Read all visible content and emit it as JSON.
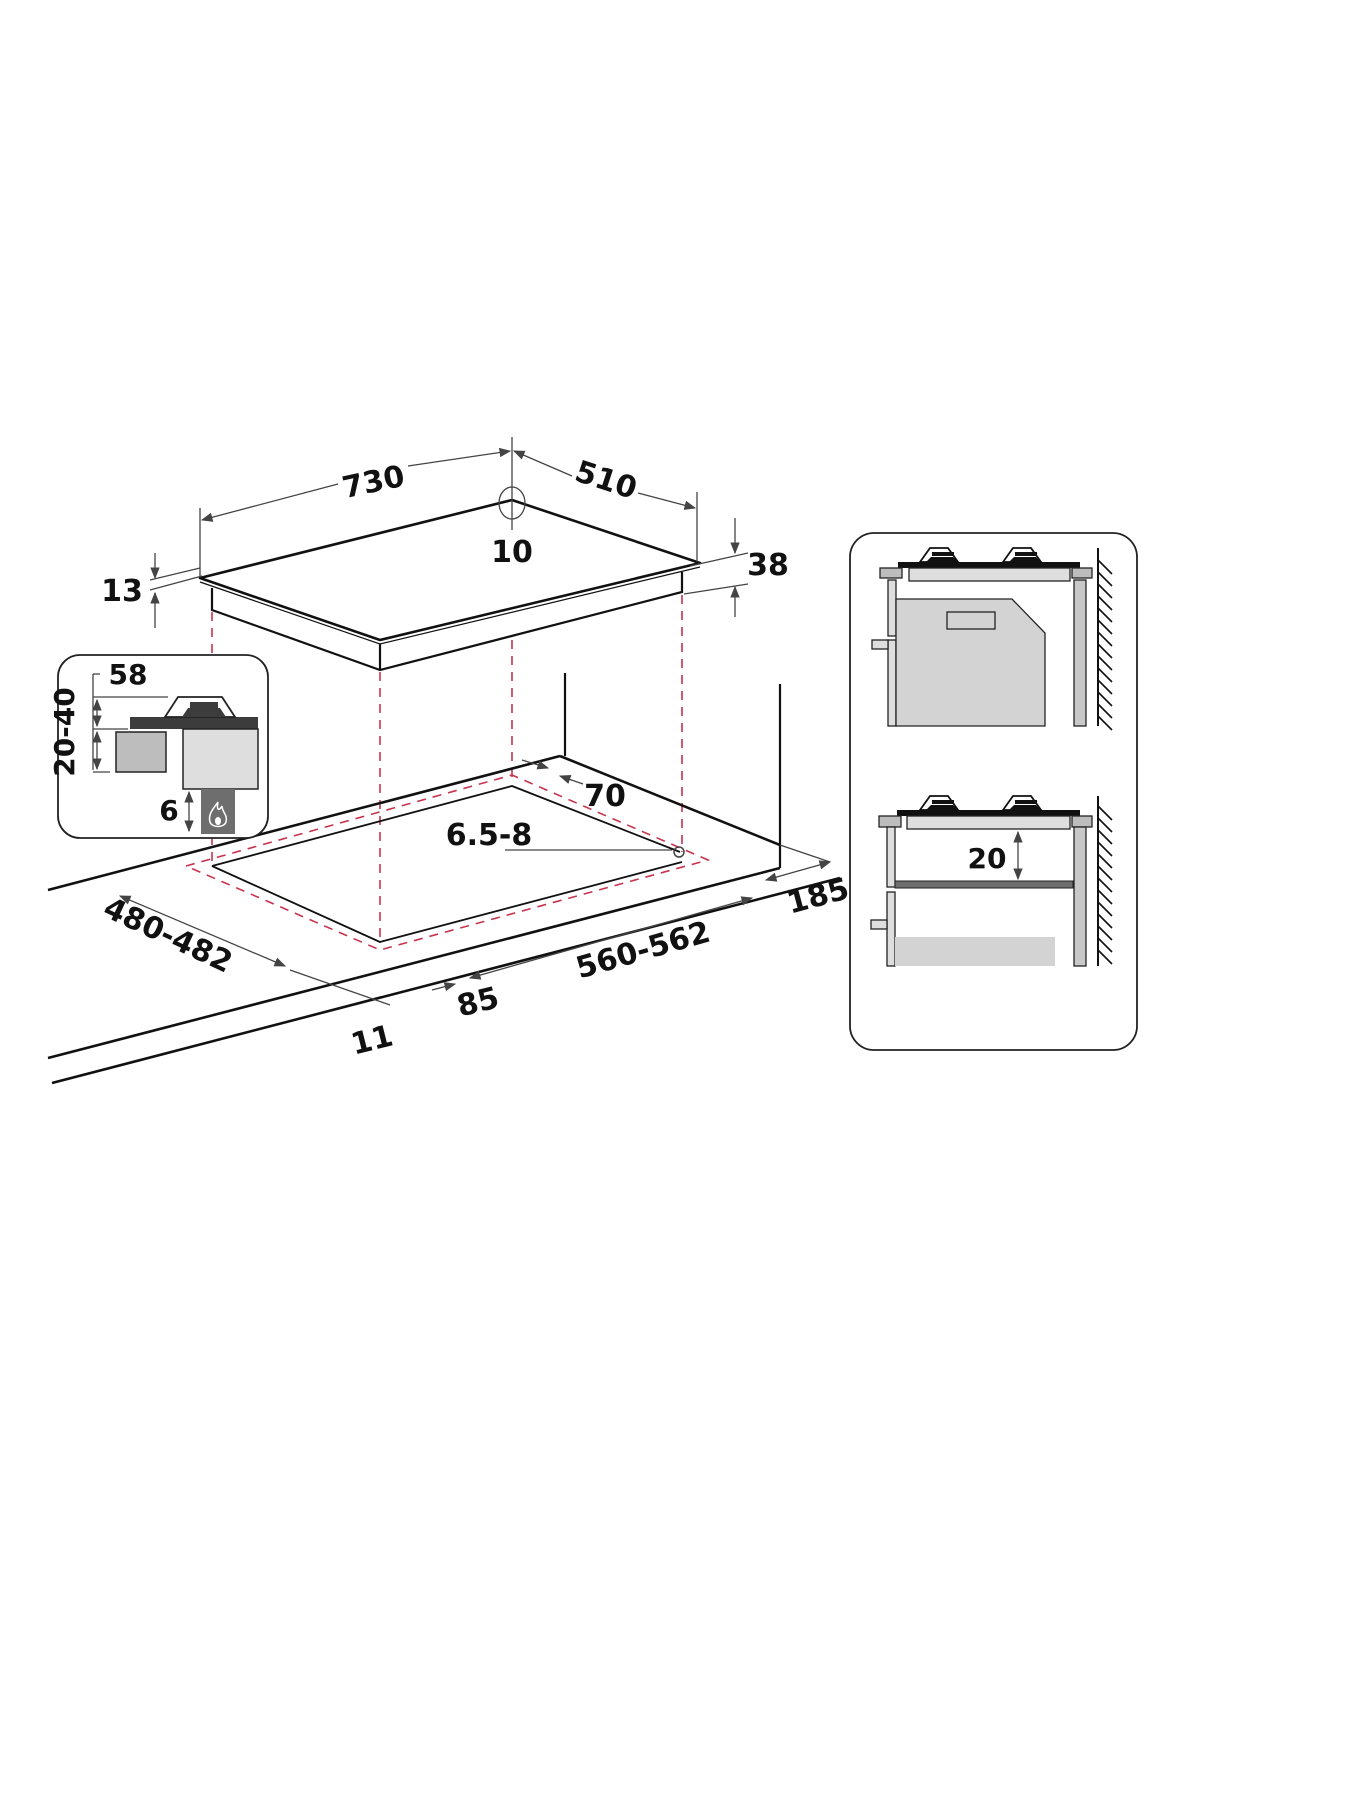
{
  "diagram": {
    "subject": "Built-in gas hob installation dimensions (mm)",
    "colors": {
      "outline": "#111111",
      "dimension_line": "#444444",
      "projection_dashes": "#c8334d",
      "inset_dark": "#3c3c3c",
      "inset_mid": "#bdbdbd",
      "inset_light": "#dedede",
      "gas_block": "#6e6e6e"
    },
    "hob": {
      "width": "730",
      "depth": "510",
      "corner_radius": "10",
      "glass_thickness": "13",
      "body_height": "38"
    },
    "cutout": {
      "rear_distance": "70",
      "fixing_hole": "6.5-8",
      "width": "560-562",
      "depth": "480-482",
      "front_margin": "85",
      "front_edge": "11",
      "side_margin": "185"
    },
    "left_inset": {
      "top_clearance": "58",
      "drawer_gap": "20-40",
      "gas_gap": "6",
      "icon": "gas-flame-icon"
    },
    "right_inset": {
      "top_panel": "oven-below-hob",
      "bottom_panel": "separator-shelf",
      "shelf_gap": "20",
      "icon": "wall-hatching"
    }
  }
}
